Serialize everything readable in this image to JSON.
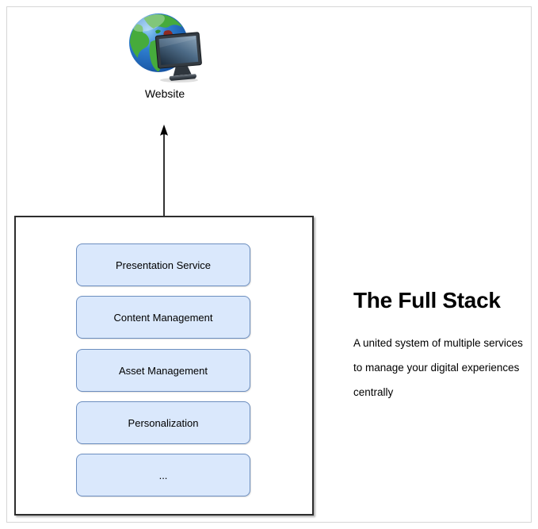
{
  "colors": {
    "accent_fill": "#dae8fc",
    "accent_border": "#6c8ebf",
    "container_border": "#2d2d2d",
    "frame_border": "#d6d6d6",
    "text": "#000000"
  },
  "website": {
    "label": "Website",
    "icon": "globe-monitor-icon"
  },
  "stack": {
    "items": [
      {
        "label": "Presentation Service"
      },
      {
        "label": "Content Management"
      },
      {
        "label": "Asset Management"
      },
      {
        "label": "Personalization"
      },
      {
        "label": "..."
      }
    ]
  },
  "panel": {
    "title": "The Full Stack",
    "description_lines": [
      "A united system of multiple services",
      "to manage your digital experiences",
      "centrally"
    ]
  }
}
